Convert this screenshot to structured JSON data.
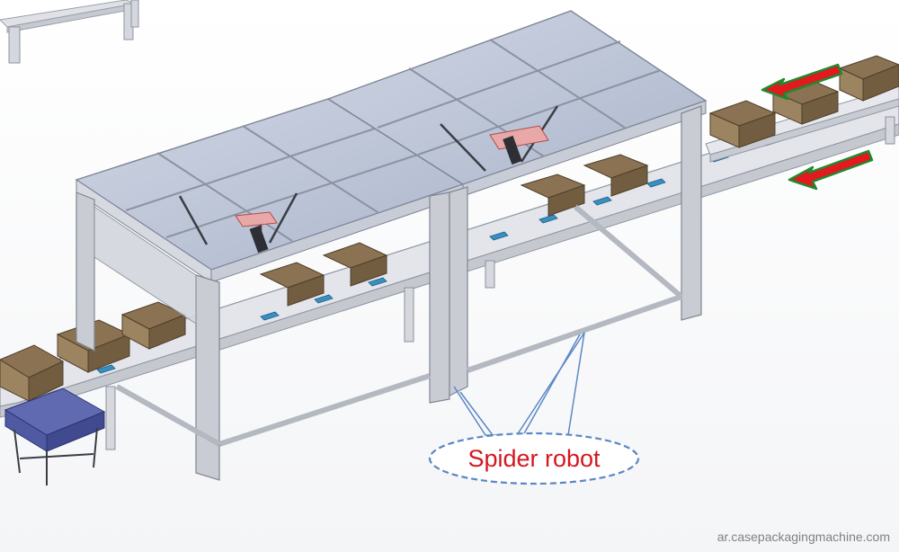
{
  "callout": {
    "label": "Spider robot",
    "text_color": "#d4181f",
    "border_color": "#5b87c4"
  },
  "watermark": "ar.casepackagingmachine.com",
  "flow_arrows": [
    {
      "name": "infeed-arrow-upper",
      "fill": "#e2191f",
      "outline": "#1e8a2e"
    },
    {
      "name": "infeed-arrow-lower",
      "fill": "#e2191f",
      "outline": "#1e8a2e"
    }
  ],
  "colors": {
    "frame": "#c9ccd3",
    "glass": "#b9c3d6",
    "conveyor": "#e3e5eb",
    "belt_pads": "#3a8fc0",
    "cartons": "#8a7252",
    "tray": "#4f5aa3"
  }
}
